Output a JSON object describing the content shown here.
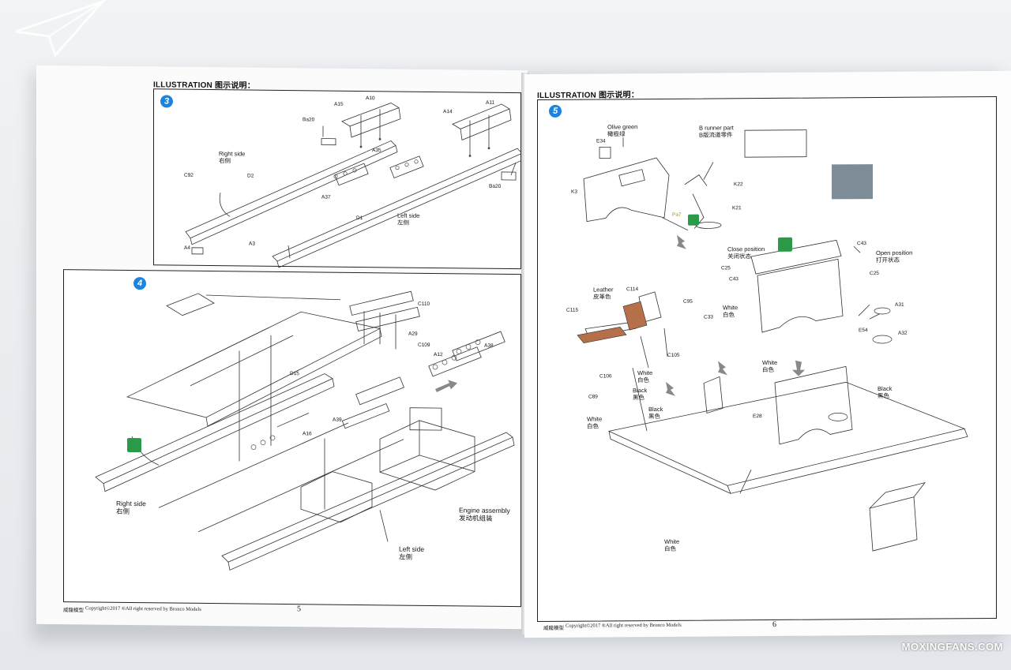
{
  "left_page": {
    "header": "ILLUSTRATION 图示说明：",
    "step3": {
      "number": "3",
      "labels": {
        "a10": "A10",
        "a15": "A15",
        "ba20_top": "Ba20",
        "a14": "A14",
        "a11": "A11",
        "right_side_en": "Right side",
        "right_side_cn": "右侧",
        "c92": "C92",
        "d2": "D2",
        "a35": "A35",
        "a37": "A37",
        "ba20_right": "Ba20",
        "left_side_en": "Left side",
        "left_side_cn": "左侧",
        "d1": "D1",
        "a3": "A3",
        "a4": "A4"
      }
    },
    "step4": {
      "number": "4",
      "labels": {
        "c110": "C110",
        "a29": "A29",
        "c109": "C109",
        "d15": "D15",
        "a12": "A12",
        "a38": "A38",
        "a39": "A39",
        "a16": "A16",
        "right_side_en": "Right side",
        "right_side_cn": "右侧",
        "engine_en": "Engine assembly",
        "engine_cn": "发动机组装",
        "left_side_en": "Left side",
        "left_side_cn": "左侧"
      }
    },
    "footer": {
      "brand": "威龍模型",
      "copyright": "Copyright©2017 ®All right reserved by Bronco Models",
      "page_number": "5"
    }
  },
  "right_page": {
    "header": "ILLUSTRATION 图示说明：",
    "step5": {
      "number": "5",
      "labels": {
        "olive_en": "Olive green",
        "olive_cn": "橄榄绿",
        "b_runner_en": "B runner part",
        "b_runner_cn": "B版流道零件",
        "e34": "E34",
        "k3": "K3",
        "k22": "K22",
        "pa7": "Pa7",
        "k21": "K21",
        "close_en": "Close position",
        "close_cn": "关闭状态",
        "c43_top": "C43",
        "open_en": "Open position",
        "open_cn": "打开状态",
        "c25_left": "C25",
        "c43_left": "C43",
        "c25_right": "C25",
        "leather_en": "Leather",
        "leather_cn": "皮革色",
        "c114": "C114",
        "c115": "C115",
        "c95": "C95",
        "c33": "C33",
        "white1_en": "White",
        "white1_cn": "白色",
        "a31": "A31",
        "a32": "A32",
        "e54": "E54",
        "c105": "C105",
        "c106": "C106",
        "white2_en": "White",
        "white2_cn": "白色",
        "white3_en": "White",
        "white3_cn": "白色",
        "c89": "C89",
        "black1_en": "Black",
        "black1_cn": "黑色",
        "white4_en": "White",
        "white4_cn": "白色",
        "black2_en": "Black",
        "black2_cn": "黑色",
        "e28": "E28",
        "black3_en": "Black",
        "black3_cn": "黑色",
        "white5_en": "White",
        "white5_cn": "白色"
      }
    },
    "footer": {
      "brand": "威龍模型",
      "copyright": "Copyright©2017 ®All right reserved by Bronco Models",
      "page_number": "6"
    }
  },
  "watermark": "MOXINGFANS.COM",
  "colors": {
    "step_badge": "#1a84e0",
    "leather_seat": "#b5704a",
    "green_marker": "#2a9a48",
    "line_art": "#333333"
  }
}
